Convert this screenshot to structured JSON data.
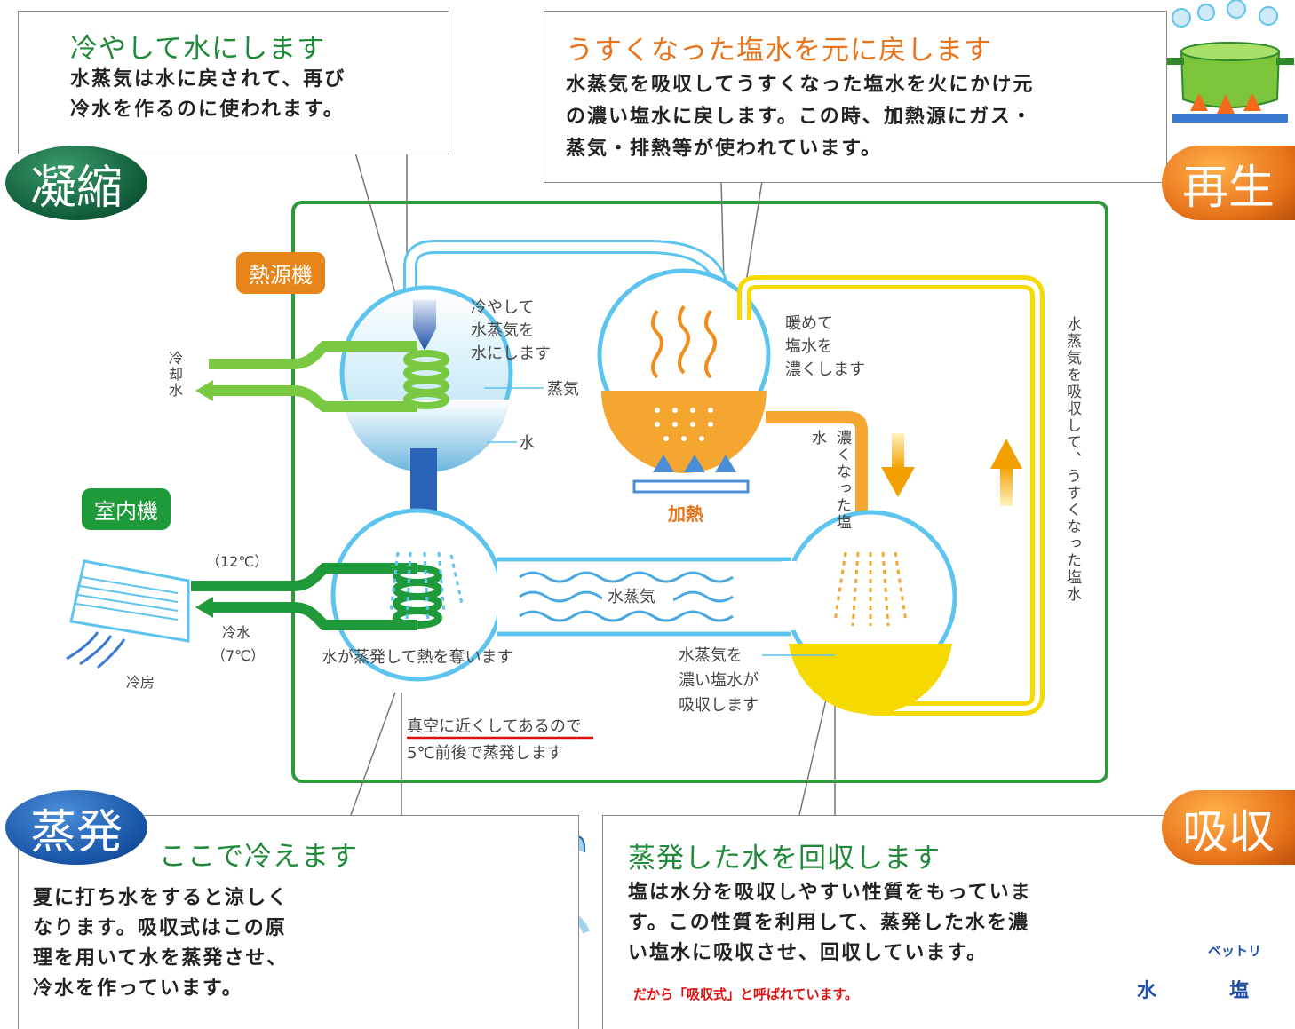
{
  "badges": {
    "condense": "凝縮",
    "regenerate": "再生",
    "evaporate": "蒸発",
    "absorb": "吸収"
  },
  "condense_box": {
    "title": "冷やして水にします",
    "body_line1": "水蒸気は水に戻されて、再び",
    "body_line2": "冷水を作るのに使われます。"
  },
  "regenerate_box": {
    "title": "うすくなった塩水を元に戻します",
    "body_line1": "水蒸気を吸収してうすくなった塩水を火にかけ元",
    "body_line2_a": "の濃い塩水に戻します。この時、",
    "body_line2_b": "加熱源にガス・",
    "body_line3_a": "蒸気・排熱等が使われて",
    "body_line3_b": "います。"
  },
  "evaporate_box": {
    "title": "ここで冷えます",
    "body_line1": "夏に打ち水をすると涼しく",
    "body_line2": "なります。吸収式はこの原",
    "body_line3": "理を用いて水を蒸発させ、",
    "body_line4": "冷水を作っています。"
  },
  "absorb_box": {
    "title": "蒸発した水を回収します",
    "body_line1": "塩は水分を吸収しやすい性質をもっていま",
    "body_line2": "す。この性質を利用して、蒸発した水を濃",
    "body_line3_a": "い塩水に",
    "body_line3_b": "吸収させ",
    "body_line3_c": "、回収しています。",
    "note": "だから「吸収式」と呼ばれています。"
  },
  "diagram": {
    "heat_source_tag": "熱源機",
    "indoor_unit_tag": "室内機",
    "cooling_water": "冷却水",
    "condenser_note_1": "冷やして",
    "condenser_note_2": "水蒸気を",
    "condenser_note_3": "水にします",
    "steam_label": "蒸気",
    "water_label": "水",
    "generator_note_1": "暖めて",
    "generator_note_2": "塩水を",
    "generator_note_3": "濃くします",
    "heating_label": "加熱",
    "strong_brine": "濃くなった塩水",
    "weak_brine_vertical": "水蒸気を吸収して、うすくなった塩水",
    "temp_12": "（12℃）",
    "chilled_water": "冷水",
    "temp_7": "（7℃）",
    "cooling_label": "冷房",
    "vapor_label": "水蒸気",
    "evaporator_note": "水が蒸発して熱を奪います",
    "absorber_note_1": "水蒸気を",
    "absorber_note_2": "濃い塩水が",
    "absorber_note_3": "吸収します",
    "vacuum_note_1a": "真空に近くしてある",
    "vacuum_note_1b": "ので",
    "vacuum_note_2": "5℃前後で蒸発します"
  },
  "mini_diagram": {
    "water_label": "水",
    "salt_label": "塩",
    "sticky_label": "ベットリ"
  },
  "colors": {
    "frame_green": "#2f9a3a",
    "pipe_blue": "#5cc4ee",
    "pipe_yellow": "#f5d900",
    "accent_orange": "#e8731a",
    "underline_red": "#e01010"
  }
}
